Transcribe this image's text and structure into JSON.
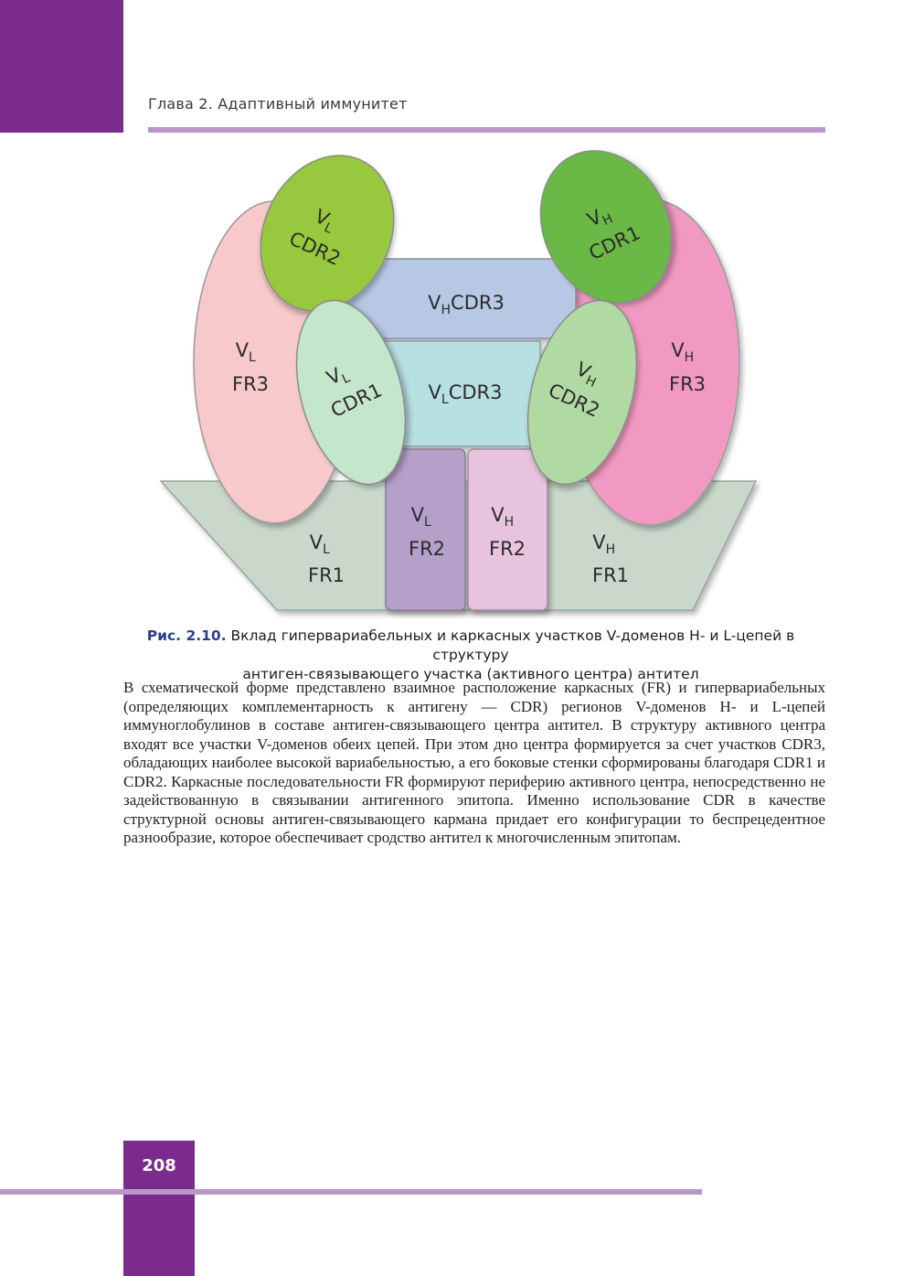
{
  "header": {
    "chapter_title": "Глава 2. Адаптивный иммунитет"
  },
  "figure": {
    "regions": {
      "vl_fr1": {
        "line1_main": "V",
        "line1_sub": "L",
        "line2": "FR1"
      },
      "vh_fr1": {
        "line1_main": "V",
        "line1_sub": "H",
        "line2": "FR1"
      },
      "vl_fr2": {
        "line1_main": "V",
        "line1_sub": "L",
        "line2": "FR2"
      },
      "vh_fr2": {
        "line1_main": "V",
        "line1_sub": "H",
        "line2": "FR2"
      },
      "vl_fr3": {
        "line1_main": "V",
        "line1_sub": "L",
        "line2": "FR3"
      },
      "vh_fr3": {
        "line1_main": "V",
        "line1_sub": "H",
        "line2": "FR3"
      },
      "vh_cdr3": {
        "main": "V",
        "sub": "H",
        "rest": "CDR3"
      },
      "vl_cdr3": {
        "main": "V",
        "sub": "L",
        "rest": "CDR3"
      },
      "vl_cdr2": {
        "line1_main": "V",
        "line1_sub": "L",
        "line2": "CDR2"
      },
      "vh_cdr1": {
        "line1_main": "V",
        "line1_sub": "H",
        "line2": "CDR1"
      },
      "vl_cdr1": {
        "line1_main": "V",
        "line1_sub": "L",
        "line2": "CDR1"
      },
      "vh_cdr2": {
        "line1_main": "V",
        "line1_sub": "H",
        "line2": "CDR2"
      }
    },
    "colors": {
      "fr1_base": "#c9d8cb",
      "fr2_left": "#b5a0c9",
      "fr2_right": "#e8c3dd",
      "fr3_left": "#f8c9cb",
      "fr3_right": "#f199c2",
      "cdr3_top": "#b7c8e5",
      "cdr3_mid": "#b7e0e3",
      "cdr2_left": "#98c83e",
      "cdr1_right": "#6ab844",
      "cdr1_left": "#c4e6cb",
      "cdr2_right": "#b0d9a3"
    }
  },
  "caption": {
    "label": "Рис. 2.10.",
    "line1": " Вклад гипервариабельных и каркасных участков V-доменов H- и L-цепей в структуру",
    "line2": "антиген-связывающего участка (активного центра) антител"
  },
  "body": {
    "paragraph": "В схематической форме представлено взаимное расположение каркасных (FR) и гипервариабельных (определяющих комплементарность к антигену — CDR) регионов V-доменов H- и L-цепей иммуноглобулинов в составе антиген-связывающего центра антител. В структуру активного центра входят все участки V-доменов обеих цепей. При этом дно центра формируется за счет участков CDR3, обладающих наиболее высокой вариабельностью, а его боковые стенки сформированы благодаря CDR1 и CDR2. Каркасные последовательности FR формируют периферию активного центра, непосредственно не задействованную в связывании антигенного эпитопа. Именно использование CDR в качестве структурной основы антиген-связывающего кармана придает его конфигурации то беспрецедентное разнообразие, которое обеспечивает сродство антител к многочисленным эпитопам."
  },
  "footer": {
    "page_number": "208"
  }
}
